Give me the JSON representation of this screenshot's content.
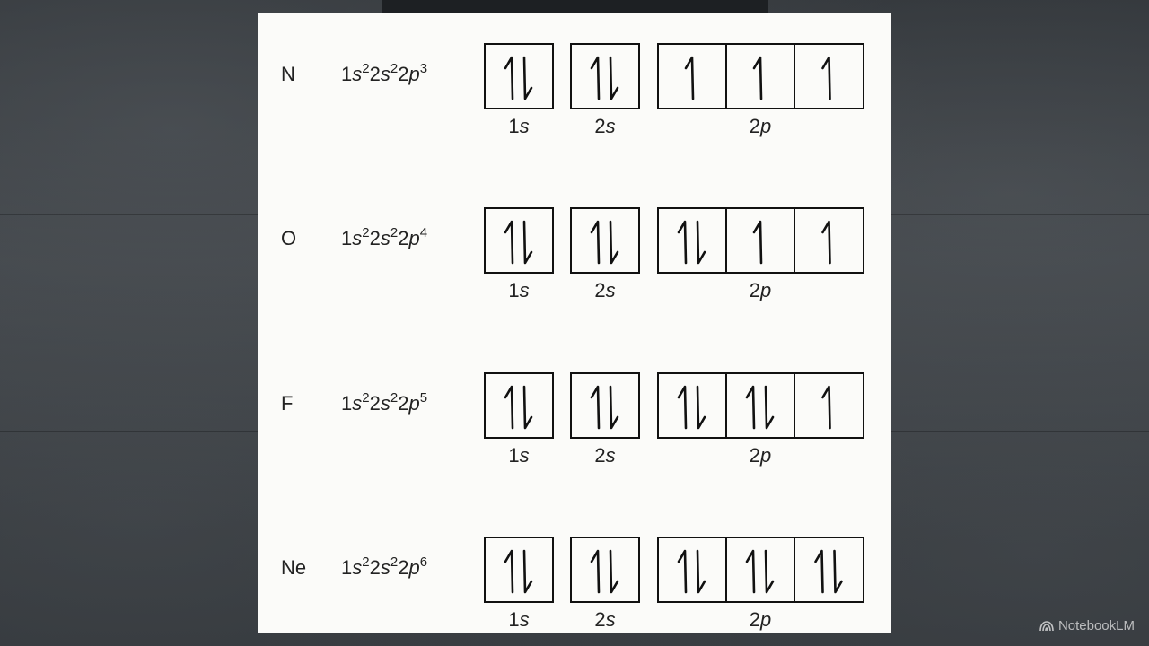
{
  "watermark": {
    "text": "NotebookLM",
    "icon": "notebooklm-logo-icon"
  },
  "colors": {
    "panel": "#fbfbf9",
    "ink": "#111111",
    "background": "#33373b"
  },
  "subshell_labels": {
    "s1_num": "1",
    "s1_orb": "s",
    "s2_num": "2",
    "s2_orb": "s",
    "p2_num": "2",
    "p2_orb": "p"
  },
  "rows": [
    {
      "element": "N",
      "config": {
        "a": "1",
        "b": "s",
        "c": "2",
        "d": "2",
        "e": "s",
        "f": "2",
        "g": "2",
        "h": "p",
        "i": "3"
      },
      "orbitals": {
        "1s": [
          "up-down"
        ],
        "2s": [
          "up-down"
        ],
        "2p": [
          "up",
          "up",
          "up"
        ]
      }
    },
    {
      "element": "O",
      "config": {
        "a": "1",
        "b": "s",
        "c": "2",
        "d": "2",
        "e": "s",
        "f": "2",
        "g": "2",
        "h": "p",
        "i": "4"
      },
      "orbitals": {
        "1s": [
          "up-down"
        ],
        "2s": [
          "up-down"
        ],
        "2p": [
          "up-down",
          "up",
          "up"
        ]
      }
    },
    {
      "element": "F",
      "config": {
        "a": "1",
        "b": "s",
        "c": "2",
        "d": "2",
        "e": "s",
        "f": "2",
        "g": "2",
        "h": "p",
        "i": "5"
      },
      "orbitals": {
        "1s": [
          "up-down"
        ],
        "2s": [
          "up-down"
        ],
        "2p": [
          "up-down",
          "up-down",
          "up"
        ]
      }
    },
    {
      "element": "Ne",
      "config": {
        "a": "1",
        "b": "s",
        "c": "2",
        "d": "2",
        "e": "s",
        "f": "2",
        "g": "2",
        "h": "p",
        "i": "6"
      },
      "orbitals": {
        "1s": [
          "up-down"
        ],
        "2s": [
          "up-down"
        ],
        "2p": [
          "up-down",
          "up-down",
          "up-down"
        ]
      }
    }
  ]
}
